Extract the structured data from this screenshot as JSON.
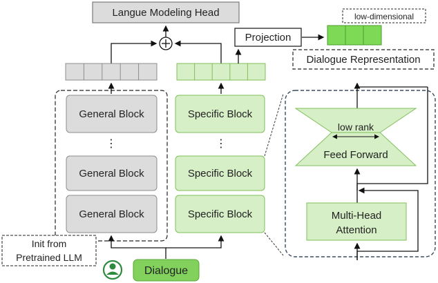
{
  "lm_head": {
    "label": "Langue Modeling Head"
  },
  "projection": {
    "label": "Projection"
  },
  "low_dim": {
    "label": "low-dimensional"
  },
  "dialogue_rep": {
    "label": "Dialogue Representation"
  },
  "general_blocks": {
    "top": "General Block",
    "dots": "⋮",
    "middle": "General Block",
    "bottom": "General Block"
  },
  "specific_blocks": {
    "top": "Specific Block",
    "dots": "⋮",
    "middle": "Specific Block",
    "bottom": "Specific Block"
  },
  "init_note": {
    "line1": "Init from",
    "line2": "Pretrained LLM"
  },
  "dialogue_input": {
    "label": "Dialogue"
  },
  "detail": {
    "low_rank": "low rank",
    "feed_forward": "Feed Forward",
    "mha_line1": "Multi-Head",
    "mha_line2": "Attention"
  },
  "colors": {
    "gray_fill": "#dcdcdc",
    "gray_stroke": "#8c8c8c",
    "green_fill": "#d6efc6",
    "green_stroke": "#7fbf5a",
    "green_bright": "#7ed957",
    "dialogue_fill": "#82d15c",
    "detail_frame": "#3b4a5e",
    "user_icon": "#2e8b3e"
  }
}
